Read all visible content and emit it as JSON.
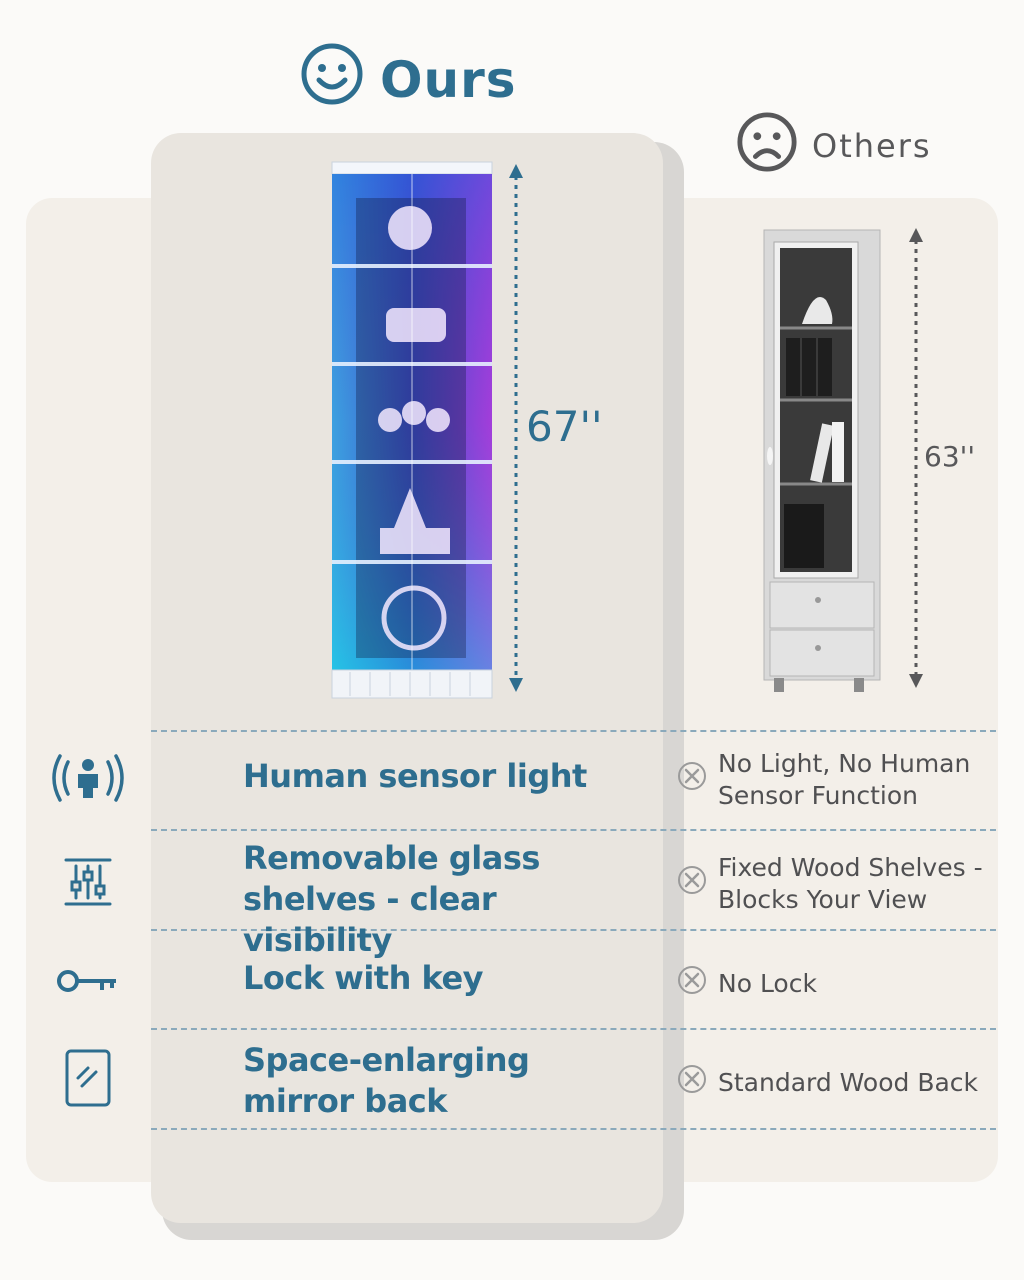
{
  "header": {
    "ours_label": "Ours",
    "others_label": "Others"
  },
  "dimensions": {
    "ours_height": "67''",
    "others_height": "63''"
  },
  "features": [
    {
      "icon": "human-sensor-icon",
      "ours": "Human sensor light",
      "others": "No Light, No Human Sensor Function"
    },
    {
      "icon": "sliders-icon",
      "ours": "Removable glass shelves - clear visibility",
      "others": "Fixed Wood Shelves - Blocks Your View"
    },
    {
      "icon": "key-icon",
      "ours": "Lock with key",
      "others": "No Lock"
    },
    {
      "icon": "mirror-icon",
      "ours": "Space-enlarging mirror back",
      "others": "Standard Wood Back"
    }
  ],
  "colors": {
    "accent": "#2e6e8f",
    "others_text": "#58585a",
    "panel": "#e9e5df",
    "background": "#f3efe9"
  }
}
